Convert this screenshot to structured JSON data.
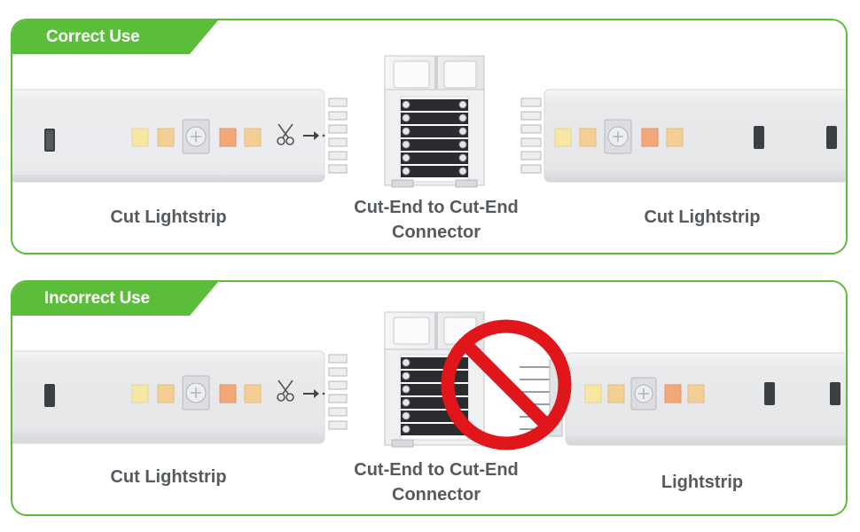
{
  "panels": [
    {
      "tab_label": "Correct Use",
      "left_caption": "Cut Lightstrip",
      "center_caption": "Cut-End to Cut-End Connector",
      "right_caption": "Cut Lightstrip"
    },
    {
      "tab_label": "Incorrect Use",
      "left_caption": "Cut Lightstrip",
      "center_caption": "Cut-End to Cut-End Connector",
      "right_caption": "Lightstrip"
    }
  ],
  "colors": {
    "accent": "#5bbd3a",
    "caption": "#555a5e",
    "prohibited": "#e0161b",
    "led_warm": "#f3a877",
    "led_cool": "#f6e7a3",
    "led_soft": "#f4cf95"
  },
  "icons": [
    "scissors-icon",
    "arrow-right-icon",
    "prohibited-icon"
  ]
}
